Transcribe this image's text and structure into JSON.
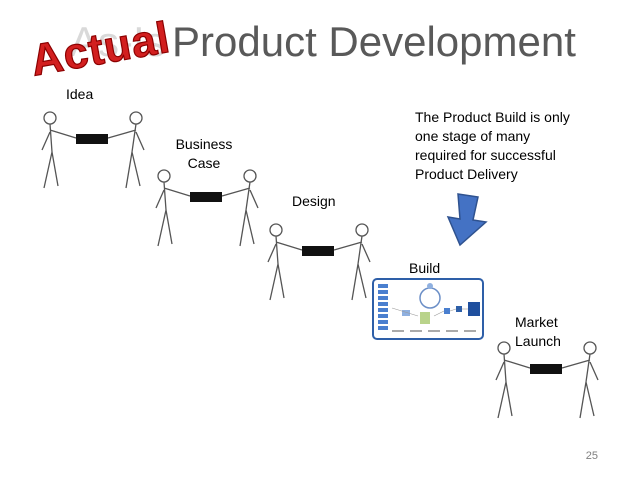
{
  "slide": {
    "title_ghost": "As-Is",
    "title": "Product Development",
    "stamp_text": "Actual",
    "page_number": "25"
  },
  "stages": {
    "idea": "Idea",
    "business_case_line1": "Business",
    "business_case_line2": "Case",
    "design": "Design",
    "build": "Build",
    "market_launch_line1": "Market",
    "market_launch_line2": "Launch"
  },
  "note": {
    "line1": "The Product Build is only",
    "line2": "one stage of many",
    "line3": "required for successful",
    "line4": "Product Delivery"
  },
  "colors": {
    "stamp_red": "#d21f1f",
    "arrow_blue": "#4472c4",
    "title_gray": "#595959"
  }
}
